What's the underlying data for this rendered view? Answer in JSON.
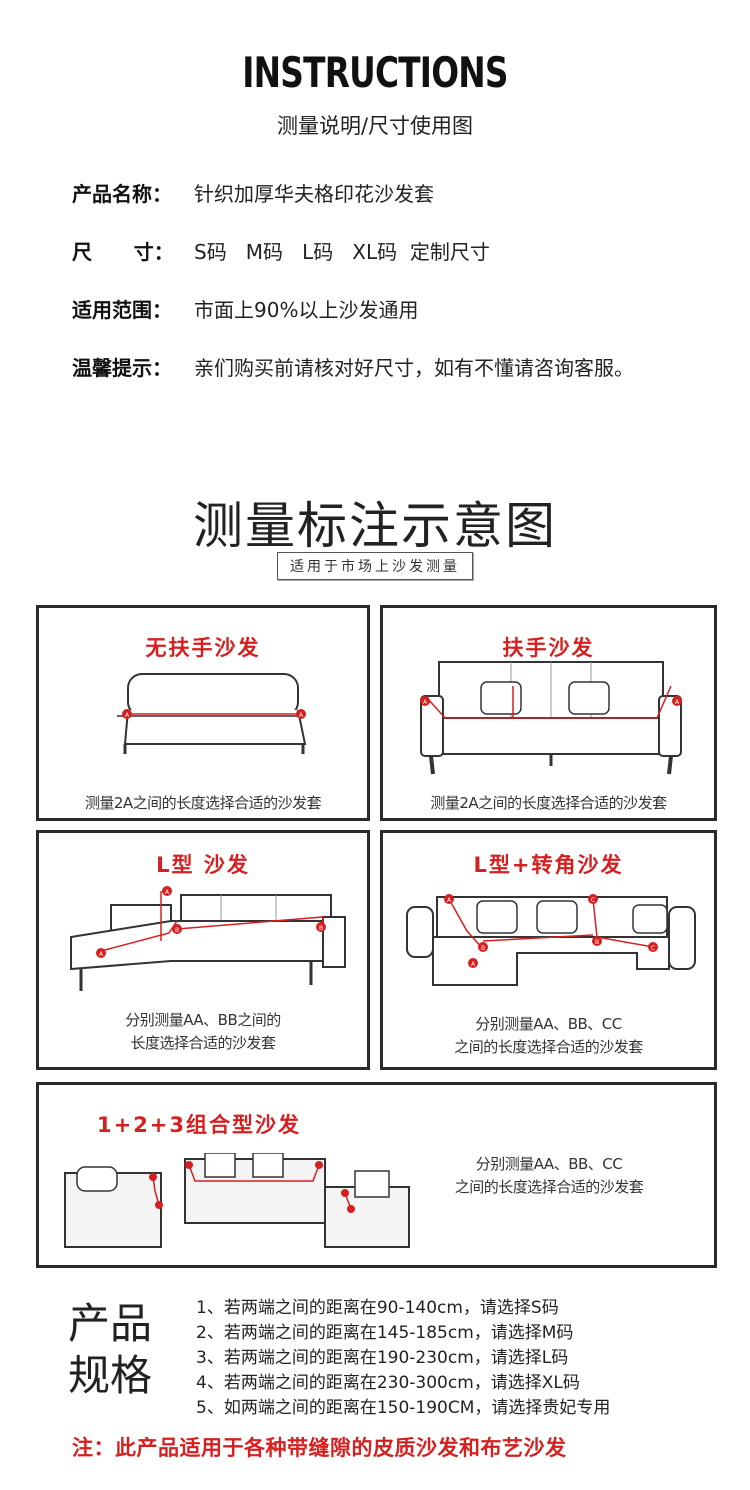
{
  "header": {
    "title": "INSTRUCTIONS",
    "subtitle": "测量说明/尺寸使用图"
  },
  "info": [
    {
      "key": "产品名称：",
      "value": "针织加厚华夫格印花沙发套"
    },
    {
      "key": "尺      寸：",
      "value": "S码   M码   L码   XL码  定制尺寸"
    },
    {
      "key": "适用范围：",
      "value": "市面上90%以上沙发通用"
    },
    {
      "key": "温馨提示：",
      "value": "亲们购买前请核对好尺寸，如有不懂请咨询客服。"
    }
  ],
  "diagram": {
    "title": "测量标注示意图",
    "subtitle": "适用于市场上沙发测量",
    "panels": [
      {
        "title": "无扶手沙发",
        "caption": "测量2A之间的长度选择合适的沙发套"
      },
      {
        "title": "扶手沙发",
        "caption": "测量2A之间的长度选择合适的沙发套"
      },
      {
        "title": "L型 沙发",
        "caption_lines": [
          "分别测量AA、BB之间的",
          "长度选择合适的沙发套"
        ]
      },
      {
        "title": "L型+转角沙发",
        "caption_lines": [
          "分别测量AA、BB、CC",
          "之间的长度选择合适的沙发套"
        ]
      },
      {
        "title": "1+2+3组合型沙发",
        "caption_lines": [
          "分别测量AA、BB、CC",
          "之间的长度选择合适的沙发套"
        ]
      }
    ],
    "markers": [
      "A",
      "B",
      "C"
    ],
    "accent_color": "#d61f1f"
  },
  "spec": {
    "label_line1": "产品",
    "label_line2": "规格",
    "items": [
      "1、若两端之间的距离在90-140cm，请选择S码",
      "2、若两端之间的距离在145-185cm，请选择M码",
      "3、若两端之间的距离在190-230cm，请选择L码",
      "4、若两端之间的距离在230-300cm，请选择XL码",
      "5、如两端之间的距离在150-190CM，请选择贵妃专用"
    ]
  },
  "note": "注：此产品适用于各种带缝隙的皮质沙发和布艺沙发"
}
